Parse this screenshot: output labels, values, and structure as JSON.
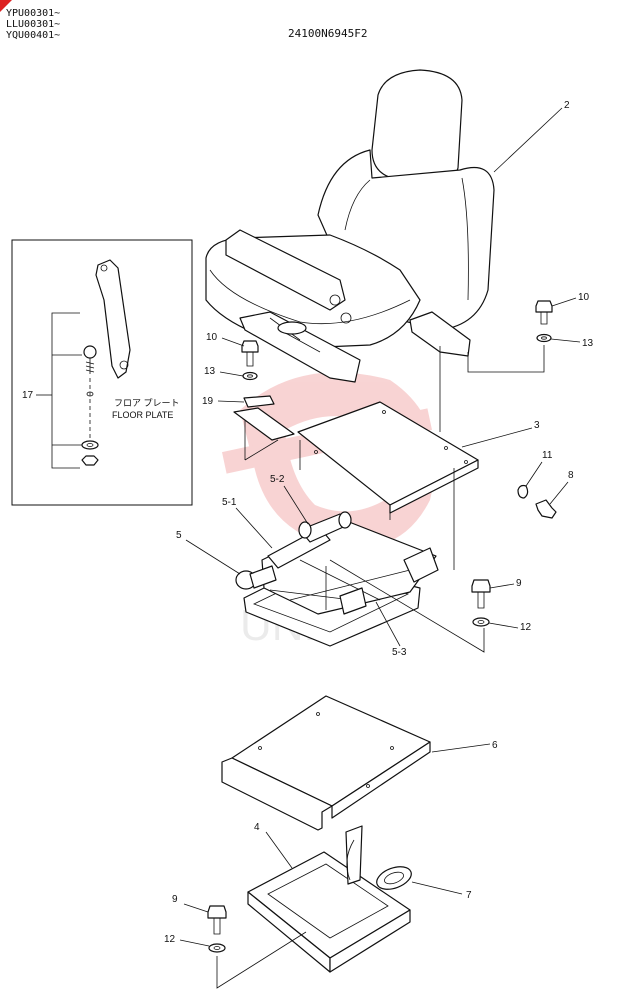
{
  "header": {
    "serials": [
      "YPU00301~",
      "LLU00301~",
      "YQU00401~"
    ],
    "doc_number": "24100N6945F2"
  },
  "inset": {
    "label_jp": "フロア プレート",
    "label_en": "FLOOR PLATE",
    "callout": "17"
  },
  "callouts": {
    "c2": "2",
    "c3": "3",
    "c5": "5",
    "c5_1": "5-1",
    "c5_2": "5-2",
    "c5_3": "5-3",
    "c6": "6",
    "c4": "4",
    "c7": "7",
    "c8": "8",
    "c11": "11",
    "c9_top": "9",
    "c9_bottom": "9",
    "c10_left": "10",
    "c10_right": "10",
    "c12_top": "12",
    "c12_bottom": "12",
    "c13_left": "13",
    "c13_right": "13",
    "c19": "19"
  },
  "watermark": {
    "color": "#f2a8a8",
    "icon": "brand-watermark-icon"
  }
}
